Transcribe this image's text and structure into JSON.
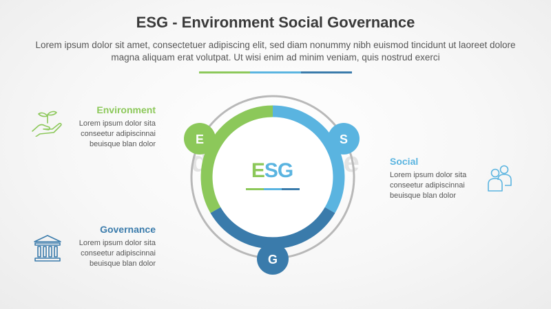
{
  "header": {
    "title": "ESG - Environment Social Governance",
    "subtitle": "Lorem ipsum dolor sit amet, consectetuer adipiscing elit, sed diam nonummy nibh euismod tincidunt ut laoreet dolore magna aliquam erat volutpat. Ut wisi enim ad minim veniam, quis nostrud exerci"
  },
  "watermark": "dreamstime",
  "center": {
    "label_e": "E",
    "label_sg": "SG"
  },
  "badges": {
    "e": "E",
    "s": "S",
    "g": "G"
  },
  "items": {
    "environment": {
      "title": "Environment",
      "desc": "Lorem ipsum dolor sita conseetur adipiscinnai beuisque blan dolor",
      "icon": "hand-plant-icon"
    },
    "social": {
      "title": "Social",
      "desc": "Lorem ipsum dolor sita conseetur adipiscinnai beuisque blan dolor",
      "icon": "users-icon"
    },
    "governance": {
      "title": "Governance",
      "desc": "Lorem ipsum dolor sita conseetur adipiscinnai beuisque blan dolor",
      "icon": "bank-building-icon"
    }
  },
  "colors": {
    "green": "#8cc85a",
    "light_blue": "#5ab4e0",
    "dark_blue": "#3a7bab",
    "ring_gray": "#b0b0b0",
    "title": "#3a3a3a"
  }
}
